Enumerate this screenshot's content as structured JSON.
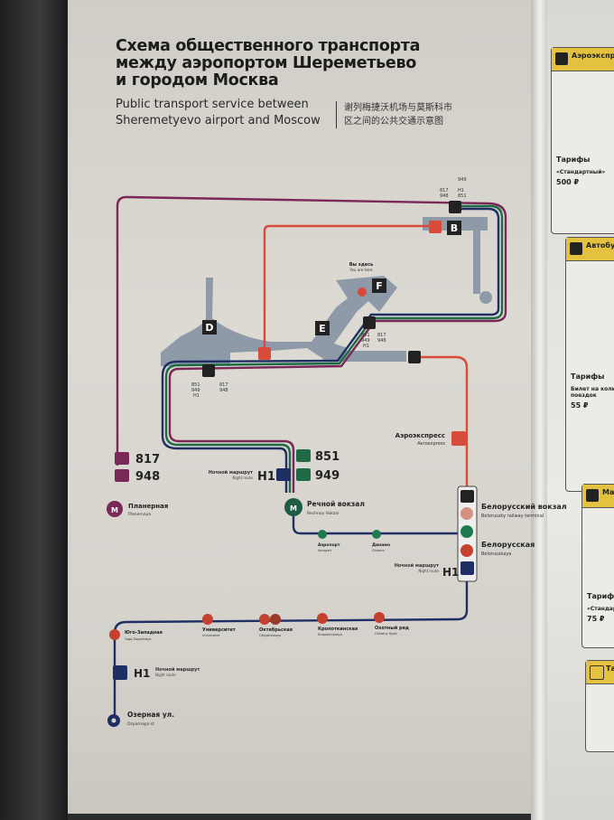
{
  "header": {
    "title_ru": [
      "Схема общественного транспорта",
      "между аэропортом Шереметьево",
      "и городом Москва"
    ],
    "title_en": [
      "Public transport service between",
      "Sheremetyevo airport and Moscow"
    ],
    "title_zh": [
      "谢列梅捷沃机场与莫斯科市",
      "区之间的公共交通示意图"
    ]
  },
  "terminals": {
    "b": "B",
    "d": "D",
    "e": "E",
    "f": "F"
  },
  "you_are_here": {
    "ru": "Вы здесь",
    "en": "You are here"
  },
  "stops": {
    "b_routes": [
      "817",
      "948",
      "949",
      "H1",
      "851"
    ],
    "f_routes": [
      "851",
      "949",
      "H1",
      "817",
      "948"
    ],
    "d_routes": [
      "851",
      "949",
      "H1",
      "817",
      "948"
    ]
  },
  "routes": {
    "r817": "817",
    "r948": "948",
    "r851": "851",
    "r949": "949",
    "h1": "H1",
    "night_ru": "Ночной маршрут",
    "night_en": "Night route"
  },
  "aeroexpress": {
    "ru": "Аэроэкспресс",
    "en": "Aeroexpress"
  },
  "stations": {
    "planernaya": {
      "ru": "Планерная",
      "en": "Planernaya"
    },
    "rechnoy": {
      "ru": "Речной вокзал",
      "en": "Rechnoy Vokzal"
    },
    "aeroport": {
      "ru": "Аэропорт",
      "en": "Aeroport"
    },
    "dinamo": {
      "ru": "Динамо",
      "en": "Dinamo"
    },
    "belorussky_vokzal": {
      "ru": "Белорусский вокзал",
      "en": "Belorussky railway terminal"
    },
    "belorusskaya": {
      "ru": "Белорусская",
      "en": "Belorusskaya"
    },
    "yugo": {
      "ru": "Юго-Западная",
      "en": "Yugo-Zapadnaya"
    },
    "universitet": {
      "ru": "Университет",
      "en": "Universitet"
    },
    "oktyabrskaya": {
      "ru": "Октябрьская",
      "en": "Oktyabrskaya"
    },
    "kropotkinskaya": {
      "ru": "Кропоткинская",
      "en": "Kropotkinskaya"
    },
    "okhotny": {
      "ru": "Охотный ряд",
      "en": "Okhotny Ryad"
    },
    "ozernaya": {
      "ru": "Озерная ул.",
      "en": "Ozyornaya st"
    }
  },
  "metro_letter": "M",
  "side_panels": {
    "p1_title": "Аэроэкспресс",
    "p1_fares": "Тарифы",
    "p1_fare_name": "«Стандартный»",
    "p1_price": "500 ₽",
    "p2_title": "Автобус",
    "p2_fares": "Тарифы",
    "p2_ticket": "Билет на количество поездок",
    "p2_price": "55 ₽",
    "p3_title": "Маршрутка",
    "p3_fares": "Тарифы",
    "p3_fare_name": "«Стандартный»",
    "p3_price": "75 ₽",
    "p4_title": "Такси"
  },
  "colors": {
    "purple": "#7a2858",
    "green": "#1e6b45",
    "navy": "#1f2f63",
    "red": "#d84a3a",
    "metro_green": "#1f7a4f",
    "metro_red": "#c4402f",
    "terminal": "#8e9aa8"
  }
}
